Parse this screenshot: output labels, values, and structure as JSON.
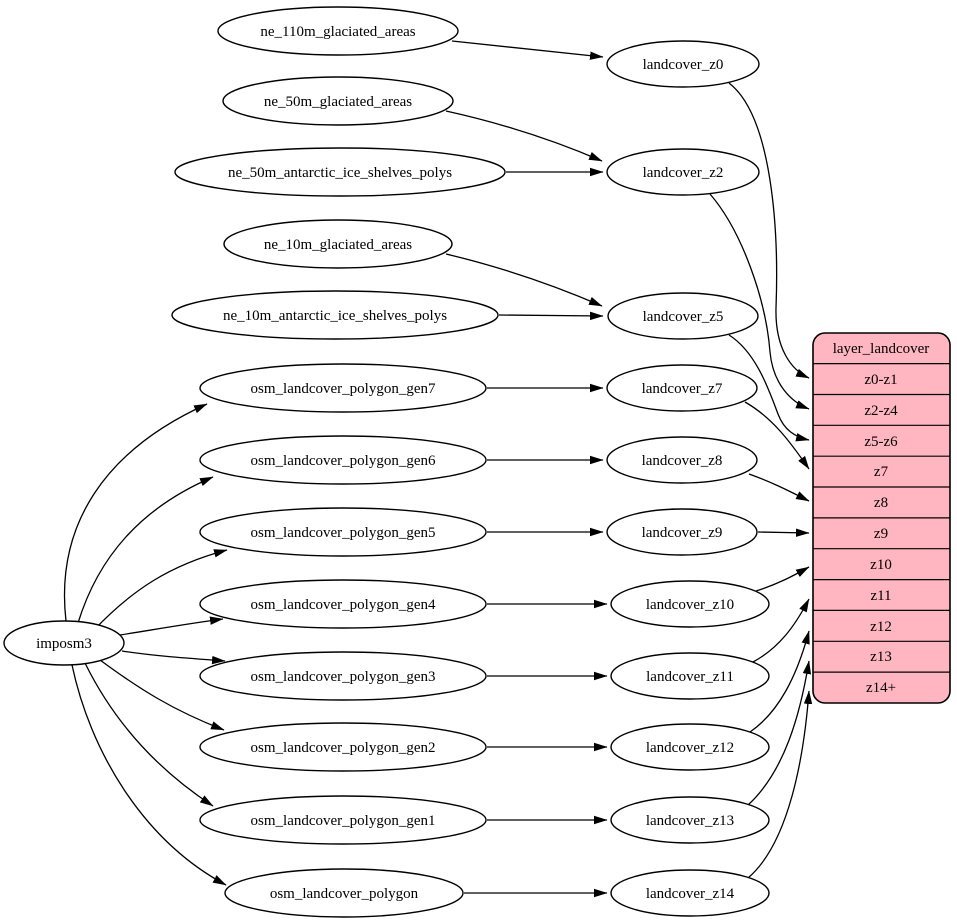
{
  "root": {
    "label": "imposm3"
  },
  "sources": [
    "ne_110m_glaciated_areas",
    "ne_50m_glaciated_areas",
    "ne_50m_antarctic_ice_shelves_polys",
    "ne_10m_glaciated_areas",
    "ne_10m_antarctic_ice_shelves_polys",
    "osm_landcover_polygon_gen7",
    "osm_landcover_polygon_gen6",
    "osm_landcover_polygon_gen5",
    "osm_landcover_polygon_gen4",
    "osm_landcover_polygon_gen3",
    "osm_landcover_polygon_gen2",
    "osm_landcover_polygon_gen1",
    "osm_landcover_polygon"
  ],
  "intermediates": [
    "landcover_z0",
    "landcover_z2",
    "landcover_z5",
    "landcover_z7",
    "landcover_z8",
    "landcover_z9",
    "landcover_z10",
    "landcover_z11",
    "landcover_z12",
    "landcover_z13",
    "landcover_z14"
  ],
  "table": {
    "header": "layer_landcover",
    "rows": [
      "z0-z1",
      "z2-z4",
      "z5-z6",
      "z7",
      "z8",
      "z9",
      "z10",
      "z11",
      "z12",
      "z13",
      "z14+"
    ]
  },
  "edges": [
    {
      "from": "ne_110m_glaciated_areas",
      "to": "landcover_z0"
    },
    {
      "from": "ne_50m_glaciated_areas",
      "to": "landcover_z2"
    },
    {
      "from": "ne_50m_antarctic_ice_shelves_polys",
      "to": "landcover_z2"
    },
    {
      "from": "ne_10m_glaciated_areas",
      "to": "landcover_z5"
    },
    {
      "from": "ne_10m_antarctic_ice_shelves_polys",
      "to": "landcover_z5"
    },
    {
      "from": "imposm3",
      "to": "osm_landcover_polygon_gen7"
    },
    {
      "from": "imposm3",
      "to": "osm_landcover_polygon_gen6"
    },
    {
      "from": "imposm3",
      "to": "osm_landcover_polygon_gen5"
    },
    {
      "from": "imposm3",
      "to": "osm_landcover_polygon_gen4"
    },
    {
      "from": "imposm3",
      "to": "osm_landcover_polygon_gen3"
    },
    {
      "from": "imposm3",
      "to": "osm_landcover_polygon_gen2"
    },
    {
      "from": "imposm3",
      "to": "osm_landcover_polygon_gen1"
    },
    {
      "from": "imposm3",
      "to": "osm_landcover_polygon"
    },
    {
      "from": "osm_landcover_polygon_gen7",
      "to": "landcover_z7"
    },
    {
      "from": "osm_landcover_polygon_gen6",
      "to": "landcover_z8"
    },
    {
      "from": "osm_landcover_polygon_gen5",
      "to": "landcover_z9"
    },
    {
      "from": "osm_landcover_polygon_gen4",
      "to": "landcover_z10"
    },
    {
      "from": "osm_landcover_polygon_gen3",
      "to": "landcover_z11"
    },
    {
      "from": "osm_landcover_polygon_gen2",
      "to": "landcover_z12"
    },
    {
      "from": "osm_landcover_polygon_gen1",
      "to": "landcover_z13"
    },
    {
      "from": "osm_landcover_polygon",
      "to": "landcover_z14"
    },
    {
      "from": "landcover_z0",
      "to": "layer_landcover row z0-z1"
    },
    {
      "from": "landcover_z2",
      "to": "layer_landcover row z2-z4"
    },
    {
      "from": "landcover_z5",
      "to": "layer_landcover row z5-z6"
    },
    {
      "from": "landcover_z7",
      "to": "layer_landcover row z7"
    },
    {
      "from": "landcover_z8",
      "to": "layer_landcover row z8"
    },
    {
      "from": "landcover_z9",
      "to": "layer_landcover row z9"
    },
    {
      "from": "landcover_z10",
      "to": "layer_landcover row z10"
    },
    {
      "from": "landcover_z11",
      "to": "layer_landcover row z11"
    },
    {
      "from": "landcover_z12",
      "to": "layer_landcover row z12"
    },
    {
      "from": "landcover_z13",
      "to": "layer_landcover row z13"
    },
    {
      "from": "landcover_z14",
      "to": "layer_landcover row z14+"
    }
  ],
  "colors": {
    "background": "#ffffff",
    "node_fill": "#ffffff",
    "node_stroke": "#000000",
    "edge_color": "#000000",
    "table_fill": "#ffb6c1"
  }
}
